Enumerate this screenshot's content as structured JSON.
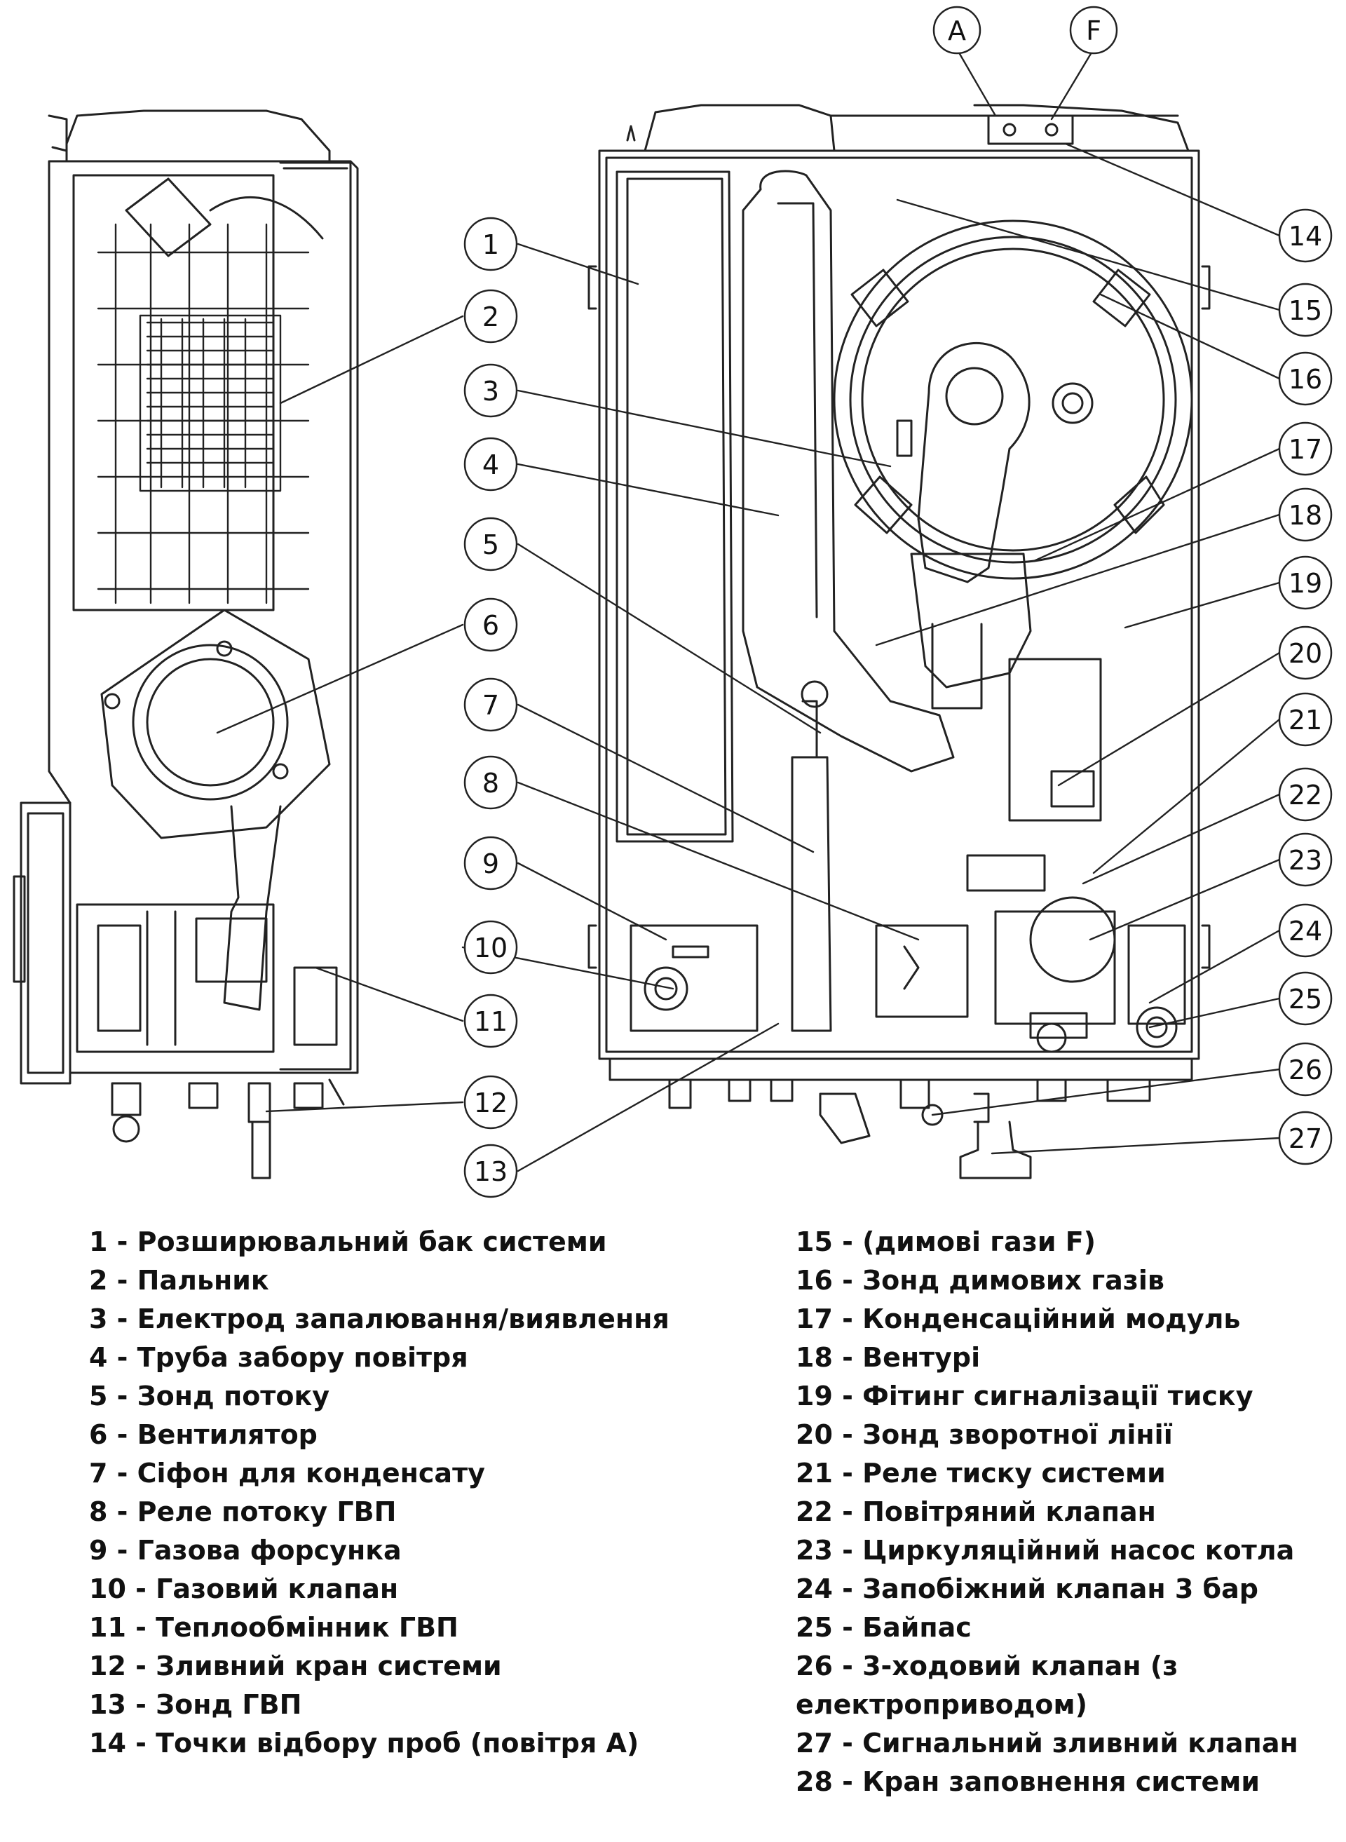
{
  "top_markers": [
    "A",
    "F"
  ],
  "callouts": [
    "1",
    "2",
    "3",
    "4",
    "5",
    "6",
    "7",
    "8",
    "9",
    "10",
    "11",
    "12",
    "13",
    "14",
    "15",
    "16",
    "17",
    "18",
    "19",
    "20",
    "21",
    "22",
    "23",
    "24",
    "25",
    "26",
    "27"
  ],
  "legend_left": [
    "1 - Розширювальний бак системи",
    "2 - Пальник",
    "3 - Електрод запалювання/виявлення",
    "4 - Труба забору повітря",
    "5 - Зонд потоку",
    "6 - Вентилятор",
    "7 - Сіфон для конденсату",
    "8 - Реле потоку ГВП",
    "9 - Газова форсунка",
    "10 - Газовий клапан",
    "11 - Теплообмінник ГВП",
    "12 - Зливний кран системи",
    "13 - Зонд ГВП",
    "14 - Точки відбору проб (повітря A)"
  ],
  "legend_right": [
    "15 - (димові гази F)",
    "16 - Зонд димових газів",
    "17 - Конденсаційний модуль",
    "18 - Вентурі",
    "19 - Фітинг сигналізації тиску",
    "20 - Зонд зворотної лінії",
    "21 - Реле тиску системи",
    "22 - Повітряний клапан",
    "23 - Циркуляційний насос котла",
    "24 - Запобіжний клапан 3 бар",
    "25 - Байпас",
    "26 - 3-ходовий клапан (з",
    "електроприводом)",
    "27 - Сигнальний зливний клапан",
    "28 - Кран заповнення системи"
  ]
}
